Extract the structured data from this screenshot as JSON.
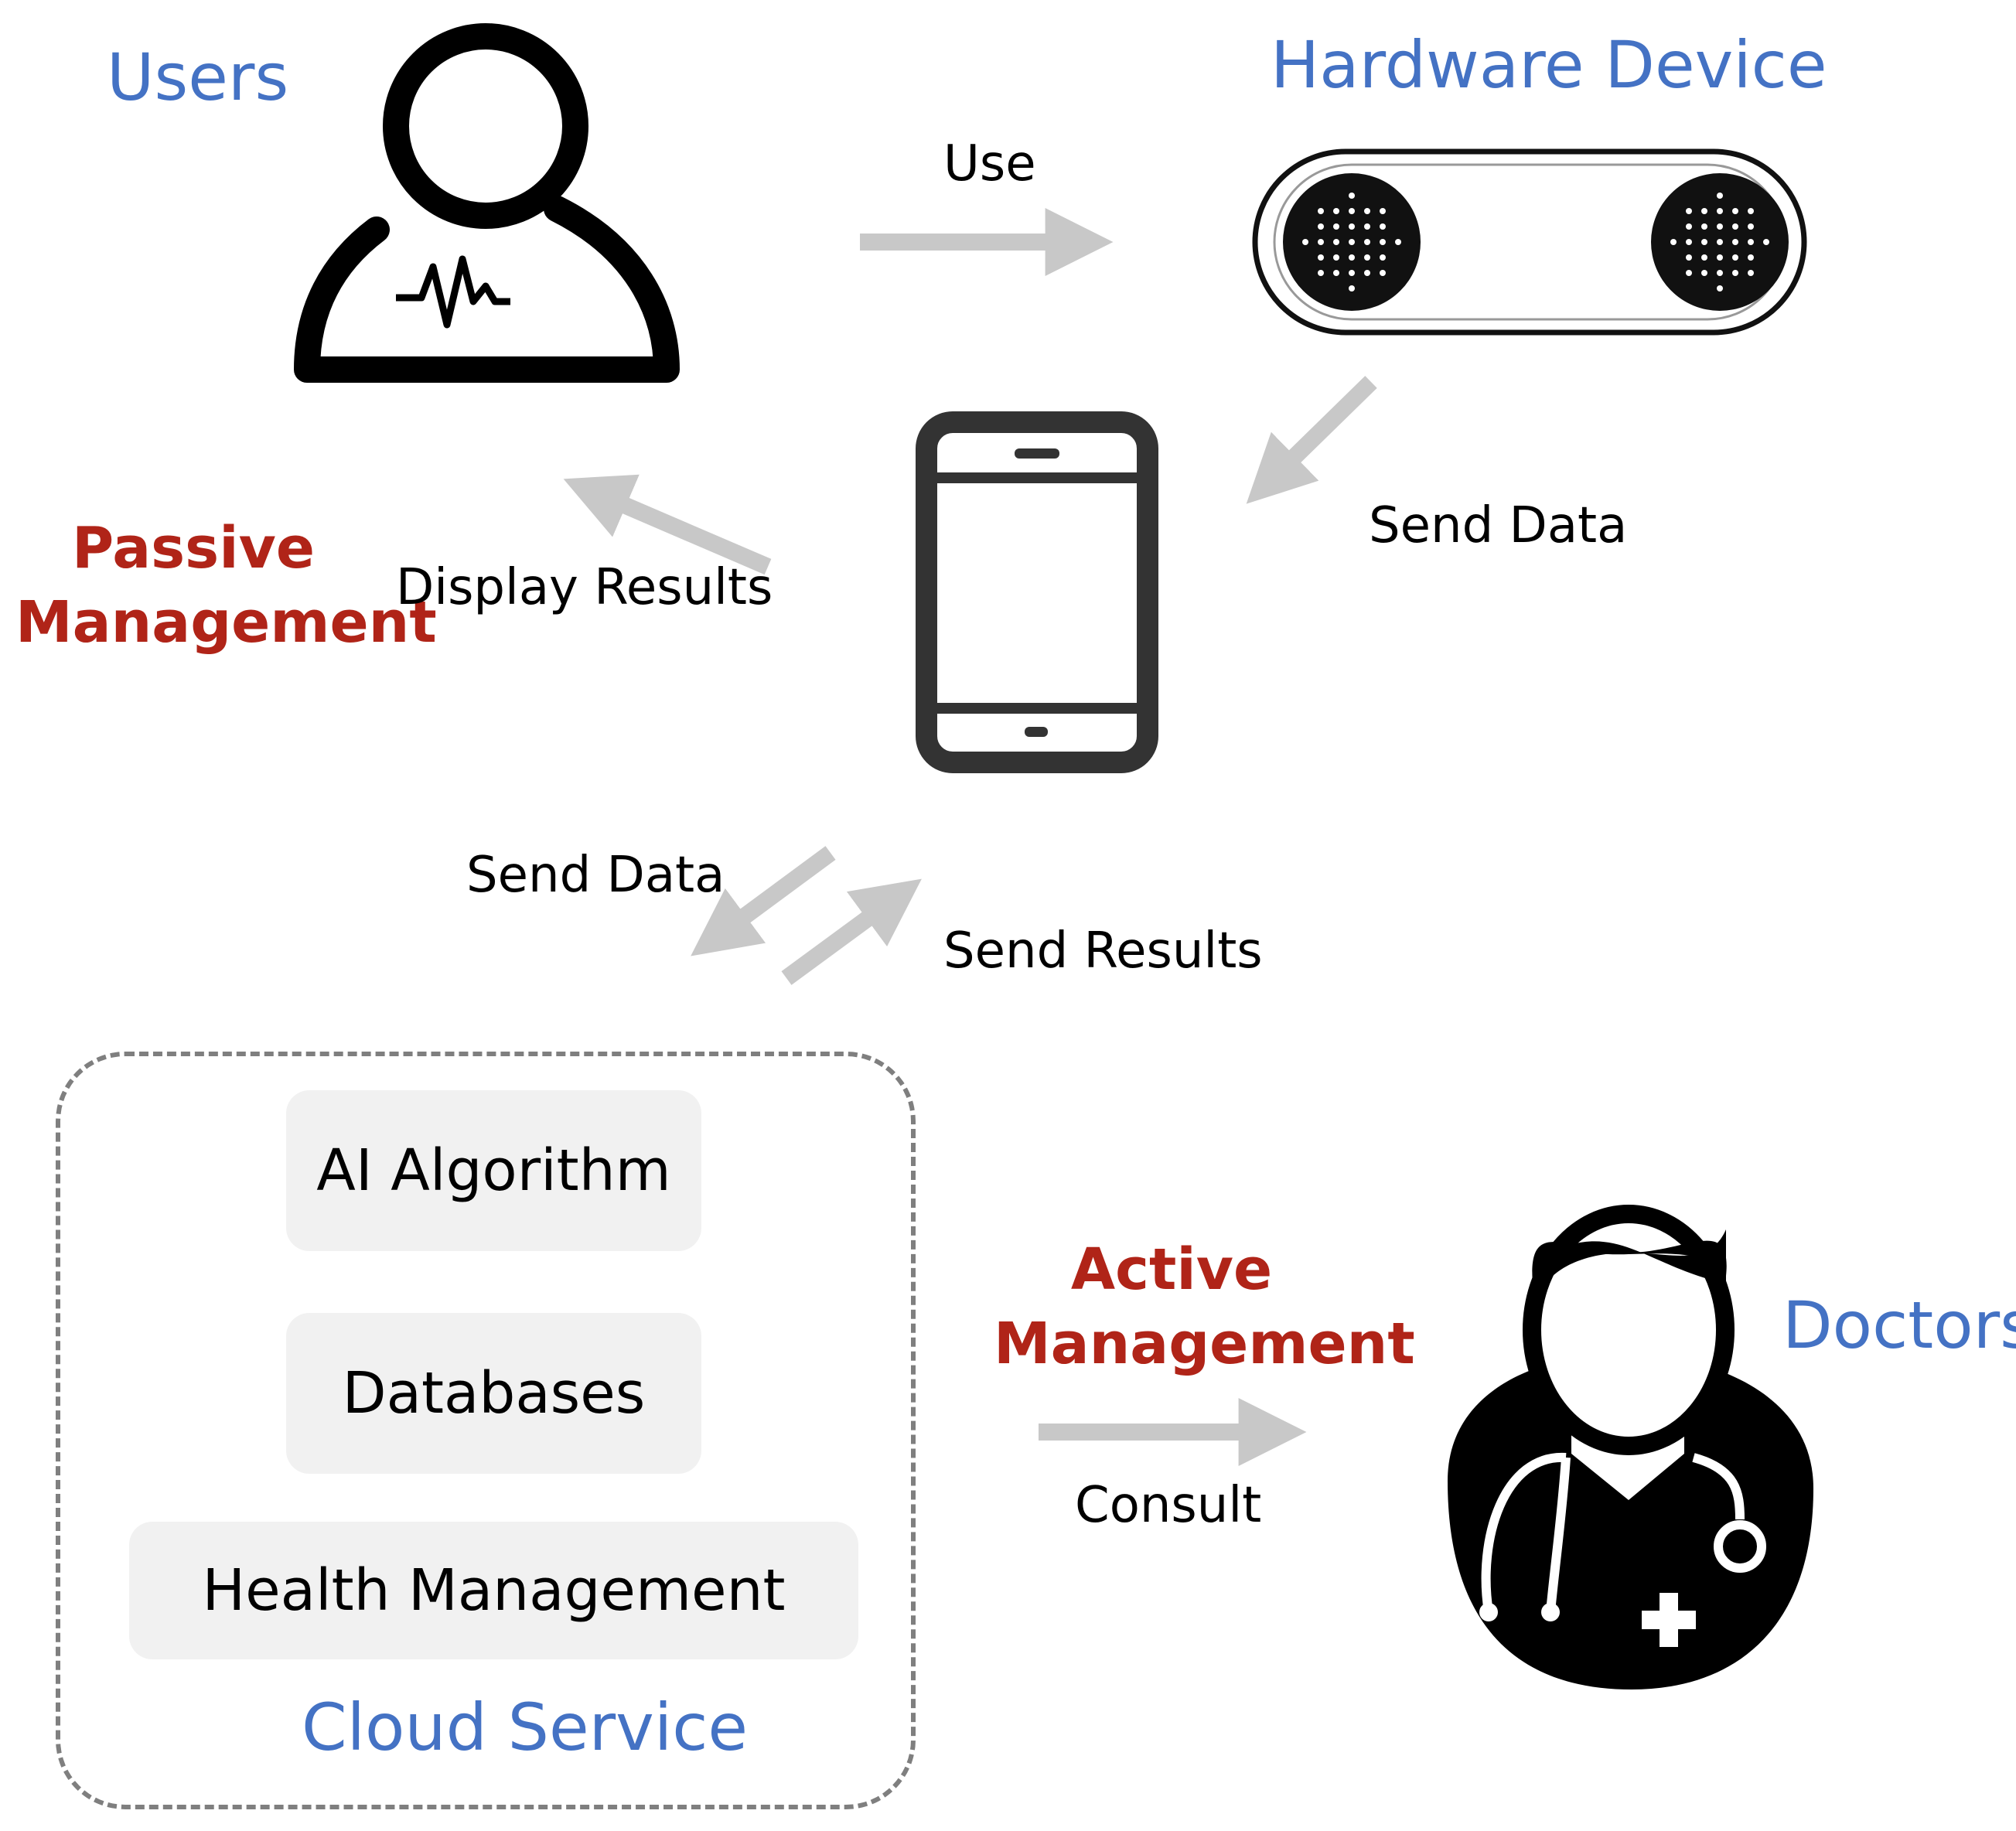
{
  "nodes": {
    "users": "Users",
    "hardware": "Hardware Device",
    "doctors": "Doctors",
    "cloud": "Cloud Service"
  },
  "modes": {
    "passive": [
      "Passive",
      "Management"
    ],
    "active": [
      "Active",
      "Management"
    ]
  },
  "edges": {
    "use": "Use",
    "send_data_device": "Send Data",
    "display_results": "Display Results",
    "send_data_cloud": "Send Data",
    "send_results": "Send Results",
    "consult": "Consult"
  },
  "cloud_modules": [
    "AI Algorithm",
    "Databases",
    "Health Management"
  ],
  "colors": {
    "node_label": "#4472C4",
    "mode_label": "#B02418",
    "arrow": "#C8C8C8",
    "module_bg": "#F1F1F1",
    "frame": "#7F7F7F"
  },
  "icons": [
    "user-heartbeat-icon",
    "hardware-device-icon",
    "smartphone-icon",
    "doctor-icon"
  ]
}
